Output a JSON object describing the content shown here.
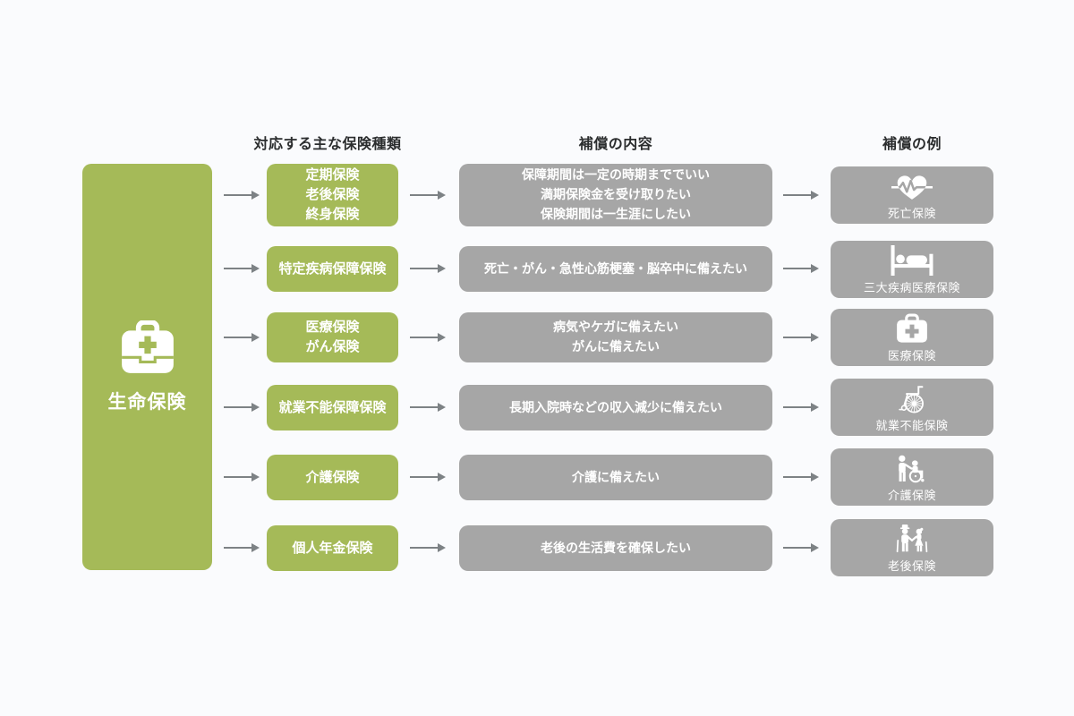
{
  "colors": {
    "background": "#fafbfd",
    "green": "#a5ba58",
    "gray_box": "#a6a6a6",
    "arrow": "#7d8285",
    "header_text": "#2b2d2e",
    "box_text": "#ffffff"
  },
  "headers": {
    "types": "対応する主な保険種類",
    "content": "補償の内容",
    "examples": "補償の例"
  },
  "root": {
    "label": "生命保険",
    "icon": "medical-bag-icon"
  },
  "rows": [
    {
      "type": "定期保険\n老後保険\n終身保険",
      "content": "保障期間は一定の時期まででいい\n満期保険金を受け取りたい\n保険期間は一生涯にしたい",
      "example": "死亡保険",
      "icon": "heartbeat-heart-icon"
    },
    {
      "type": "特定疾病保障保険",
      "content": "死亡・がん・急性心筋梗塞・脳卒中に備えたい",
      "example": "三大疾病医療保険",
      "icon": "hospital-bed-icon"
    },
    {
      "type": "医療保険\nがん保険",
      "content": "病気やケガに備えたい\nがんに備えたい",
      "example": "医療保険",
      "icon": "first-aid-kit-icon"
    },
    {
      "type": "就業不能保障保険",
      "content": "長期入院時などの収入減少に備えたい",
      "example": "就業不能保険",
      "icon": "wheelchair-icon"
    },
    {
      "type": "介護保険",
      "content": "介護に備えたい",
      "example": "介護保険",
      "icon": "caregiver-wheelchair-icon"
    },
    {
      "type": "個人年金保険",
      "content": "老後の生活費を確保したい",
      "example": "老後保険",
      "icon": "elderly-couple-icon"
    }
  ]
}
